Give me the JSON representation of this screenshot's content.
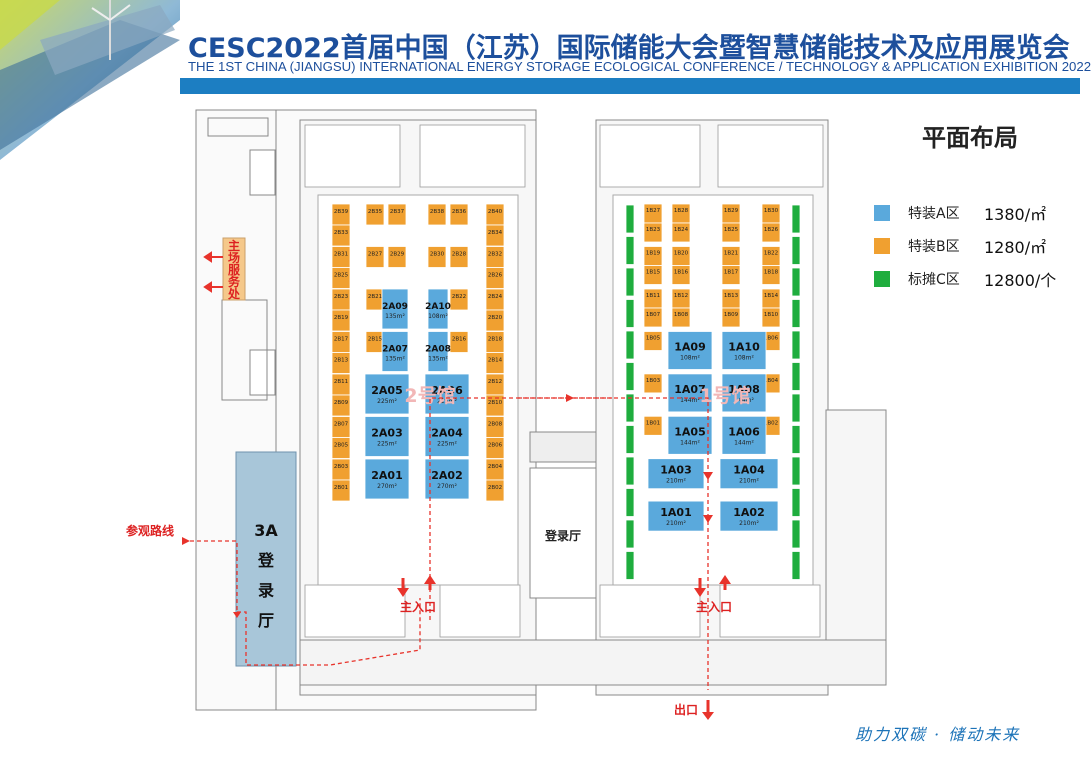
{
  "header": {
    "title_cn": "CESC2022首届中国（江苏）国际储能大会暨智慧储能技术及应用展览会",
    "title_en": "THE 1ST CHINA (JIANGSU) INTERNATIONAL ENERGY STORAGE ECOLOGICAL CONFERENCE / TECHNOLOGY & APPLICATION EXHIBITION 2022"
  },
  "layout_title": "平面布局",
  "legend": [
    {
      "label": "特装A区",
      "price": "1380/㎡",
      "color": "#5aa9dc"
    },
    {
      "label": "特装B区",
      "price": "1280/㎡",
      "color": "#f0a030"
    },
    {
      "label": "标摊C区",
      "price": "12800/个",
      "color": "#1fad3e"
    }
  ],
  "colors": {
    "a_zone": "#5aa9dc",
    "b_zone": "#f0a030",
    "c_zone": "#1fad3e",
    "route": "#e8332b",
    "brand": "#1d4f9c",
    "bar": "#1c7ec2"
  },
  "labels": {
    "service_desk": [
      "主",
      "场",
      "服",
      "务",
      "处"
    ],
    "visit_route": "参观路线",
    "hall_3a": [
      "3A",
      "登",
      "录",
      "厅"
    ],
    "registration_hall": "登录厅",
    "main_entrance": "主入口",
    "exit": "出口",
    "hall_2": "2号馆",
    "hall_1": "1号馆"
  },
  "hall2_booths": [
    {
      "id": "2B39",
      "area": "",
      "zone": "b",
      "c": 0,
      "r": 0
    },
    {
      "id": "2B33",
      "area": "",
      "zone": "b",
      "c": 0,
      "r": 1
    },
    {
      "id": "2B35",
      "area": "",
      "zone": "b",
      "c": 1,
      "r": 0
    },
    {
      "id": "2B37",
      "area": "",
      "zone": "b",
      "c": 2,
      "r": 0
    },
    {
      "id": "2B38",
      "area": "",
      "zone": "b",
      "c": 3,
      "r": 0
    },
    {
      "id": "2B36",
      "area": "",
      "zone": "b",
      "c": 4,
      "r": 0
    },
    {
      "id": "2B40",
      "area": "",
      "zone": "b",
      "c": 5,
      "r": 0
    },
    {
      "id": "2B34",
      "area": "",
      "zone": "b",
      "c": 5,
      "r": 1
    },
    {
      "id": "2B31",
      "area": "",
      "zone": "b",
      "c": 0,
      "r": 2
    },
    {
      "id": "2B25",
      "area": "",
      "zone": "b",
      "c": 0,
      "r": 3
    },
    {
      "id": "2B27",
      "area": "",
      "zone": "b",
      "c": 1,
      "r": 2
    },
    {
      "id": "2B29",
      "area": "",
      "zone": "b",
      "c": 2,
      "r": 2
    },
    {
      "id": "2B30",
      "area": "",
      "zone": "b",
      "c": 3,
      "r": 2
    },
    {
      "id": "2B28",
      "area": "",
      "zone": "b",
      "c": 4,
      "r": 2
    },
    {
      "id": "2B32",
      "area": "",
      "zone": "b",
      "c": 5,
      "r": 2
    },
    {
      "id": "2B26",
      "area": "",
      "zone": "b",
      "c": 5,
      "r": 3
    },
    {
      "id": "2B23",
      "area": "",
      "zone": "b",
      "c": 0,
      "r": 4
    },
    {
      "id": "2B19",
      "area": "",
      "zone": "b",
      "c": 0,
      "r": 5
    },
    {
      "id": "2B21",
      "area": "",
      "zone": "b",
      "c": 1,
      "r": 4
    },
    {
      "id": "2B22",
      "area": "",
      "zone": "b",
      "c": 4,
      "r": 4
    },
    {
      "id": "2B24",
      "area": "",
      "zone": "b",
      "c": 5,
      "r": 4
    },
    {
      "id": "2B20",
      "area": "",
      "zone": "b",
      "c": 5,
      "r": 5
    },
    {
      "id": "2B17",
      "area": "",
      "zone": "b",
      "c": 0,
      "r": 6
    },
    {
      "id": "2B13",
      "area": "",
      "zone": "b",
      "c": 0,
      "r": 7
    },
    {
      "id": "2B15",
      "area": "",
      "zone": "b",
      "c": 1,
      "r": 6
    },
    {
      "id": "2B16",
      "area": "",
      "zone": "b",
      "c": 4,
      "r": 6
    },
    {
      "id": "2B18",
      "area": "",
      "zone": "b",
      "c": 5,
      "r": 6
    },
    {
      "id": "2B14",
      "area": "",
      "zone": "b",
      "c": 5,
      "r": 7
    },
    {
      "id": "2B11",
      "area": "",
      "zone": "b",
      "c": 0,
      "r": 8
    },
    {
      "id": "2B09",
      "area": "",
      "zone": "b",
      "c": 0,
      "r": 9
    },
    {
      "id": "2B12",
      "area": "",
      "zone": "b",
      "c": 5,
      "r": 8
    },
    {
      "id": "2B10",
      "area": "",
      "zone": "b",
      "c": 5,
      "r": 9
    },
    {
      "id": "2B07",
      "area": "",
      "zone": "b",
      "c": 0,
      "r": 10
    },
    {
      "id": "2B05",
      "area": "",
      "zone": "b",
      "c": 0,
      "r": 11
    },
    {
      "id": "2B08",
      "area": "",
      "zone": "b",
      "c": 5,
      "r": 10
    },
    {
      "id": "2B06",
      "area": "",
      "zone": "b",
      "c": 5,
      "r": 11
    },
    {
      "id": "2B03",
      "area": "",
      "zone": "b",
      "c": 0,
      "r": 12
    },
    {
      "id": "2B01",
      "area": "",
      "zone": "b",
      "c": 0,
      "r": 13
    },
    {
      "id": "2B04",
      "area": "",
      "zone": "b",
      "c": 5,
      "r": 12
    },
    {
      "id": "2B02",
      "area": "",
      "zone": "b",
      "c": 5,
      "r": 13
    }
  ],
  "hall2_big": [
    {
      "id": "2A09",
      "area": "135m²",
      "col": "l",
      "row": 4
    },
    {
      "id": "2A10",
      "area": "108m²",
      "col": "r",
      "row": 4
    },
    {
      "id": "2A07",
      "area": "135m²",
      "col": "l",
      "row": 6
    },
    {
      "id": "2A08",
      "area": "135m²",
      "col": "r",
      "row": 6
    },
    {
      "id": "2A05",
      "area": "225m²",
      "col": "L",
      "row": 8
    },
    {
      "id": "2A06",
      "area": "225m²",
      "col": "R",
      "row": 8
    },
    {
      "id": "2A03",
      "area": "225m²",
      "col": "L",
      "row": 10
    },
    {
      "id": "2A04",
      "area": "225m²",
      "col": "R",
      "row": 10
    },
    {
      "id": "2A01",
      "area": "270m²",
      "col": "L",
      "row": 12
    },
    {
      "id": "2A02",
      "area": "270m²",
      "col": "R",
      "row": 12
    }
  ],
  "hall1_booths": [
    {
      "id": "1B27",
      "c": 0,
      "r": 0
    },
    {
      "id": "1B28",
      "c": 1,
      "r": 0
    },
    {
      "id": "1B29",
      "c": 2,
      "r": 0
    },
    {
      "id": "1B30",
      "c": 3,
      "r": 0
    },
    {
      "id": "1B23",
      "c": 0,
      "r": 1
    },
    {
      "id": "1B24",
      "c": 1,
      "r": 1
    },
    {
      "id": "1B25",
      "c": 2,
      "r": 1
    },
    {
      "id": "1B26",
      "c": 3,
      "r": 1
    },
    {
      "id": "1B19",
      "c": 0,
      "r": 2
    },
    {
      "id": "1B20",
      "c": 1,
      "r": 2
    },
    {
      "id": "1B21",
      "c": 2,
      "r": 2
    },
    {
      "id": "1B22",
      "c": 3,
      "r": 2
    },
    {
      "id": "1B15",
      "c": 0,
      "r": 3
    },
    {
      "id": "1B16",
      "c": 1,
      "r": 3
    },
    {
      "id": "1B17",
      "c": 2,
      "r": 3
    },
    {
      "id": "1B18",
      "c": 3,
      "r": 3
    },
    {
      "id": "1B11",
      "c": 0,
      "r": 4
    },
    {
      "id": "1B12",
      "c": 1,
      "r": 4
    },
    {
      "id": "1B13",
      "c": 2,
      "r": 4
    },
    {
      "id": "1B14",
      "c": 3,
      "r": 4
    },
    {
      "id": "1B07",
      "c": 0,
      "r": 5
    },
    {
      "id": "1B08",
      "c": 1,
      "r": 5
    },
    {
      "id": "1B09",
      "c": 2,
      "r": 5
    },
    {
      "id": "1B10",
      "c": 3,
      "r": 5
    },
    {
      "id": "1B05",
      "c": 0,
      "r": 6
    },
    {
      "id": "1B06",
      "c": 3,
      "r": 6
    },
    {
      "id": "1B03",
      "c": 0,
      "r": 8
    },
    {
      "id": "1B04",
      "c": 3,
      "r": 8
    },
    {
      "id": "1B01",
      "c": 0,
      "r": 10
    },
    {
      "id": "1B02",
      "c": 3,
      "r": 10
    }
  ],
  "hall1_big": [
    {
      "id": "1A09",
      "area": "108m²",
      "col": "l",
      "row": 6
    },
    {
      "id": "1A10",
      "area": "108m²",
      "col": "r",
      "row": 6
    },
    {
      "id": "1A07",
      "area": "144m²",
      "col": "l",
      "row": 8
    },
    {
      "id": "1A08",
      "area": "144m²",
      "col": "r",
      "row": 8
    },
    {
      "id": "1A05",
      "area": "144m²",
      "col": "l",
      "row": 10
    },
    {
      "id": "1A06",
      "area": "144m²",
      "col": "r",
      "row": 10
    },
    {
      "id": "1A03",
      "area": "210m²",
      "col": "L",
      "row": 12
    },
    {
      "id": "1A04",
      "area": "210m²",
      "col": "R",
      "row": 12
    },
    {
      "id": "1A01",
      "area": "210m²",
      "col": "L",
      "row": 14
    },
    {
      "id": "1A02",
      "area": "210m²",
      "col": "R",
      "row": 14
    }
  ],
  "slogan": "助力双碳 · 储动未来"
}
